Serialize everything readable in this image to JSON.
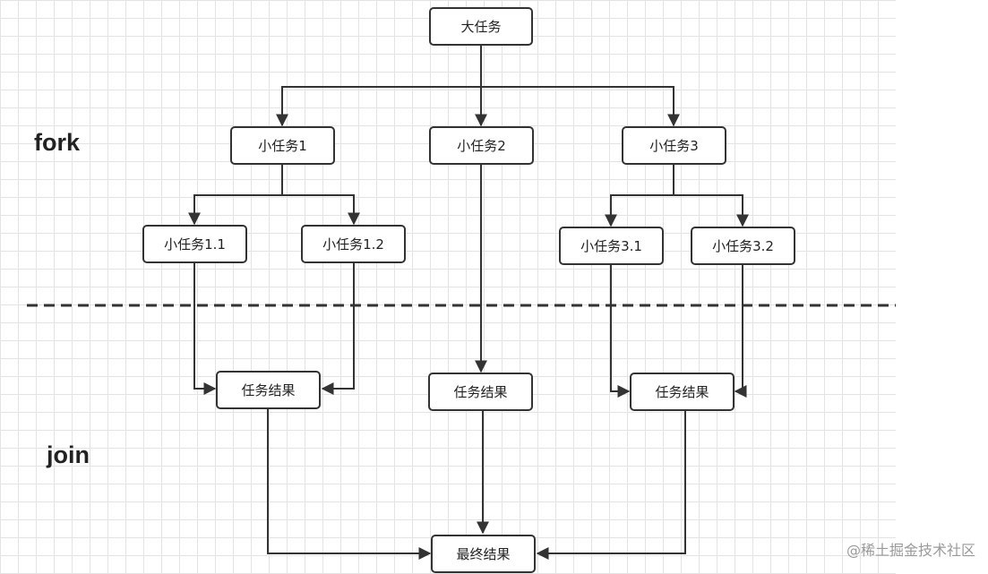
{
  "labels": {
    "fork": "fork",
    "join": "join"
  },
  "nodes": {
    "root": "大任务",
    "task1": "小任务1",
    "task2": "小任务2",
    "task3": "小任务3",
    "task1_1": "小任务1.1",
    "task1_2": "小任务1.2",
    "task3_1": "小任务3.1",
    "task3_2": "小任务3.2",
    "result1": "任务结果",
    "result2": "任务结果",
    "result3": "任务结果",
    "final": "最终结果"
  },
  "watermark": "@稀土掘金技术社区",
  "colors": {
    "line": "#333333",
    "grid": "#e3e3e3",
    "divider": "#333333"
  }
}
